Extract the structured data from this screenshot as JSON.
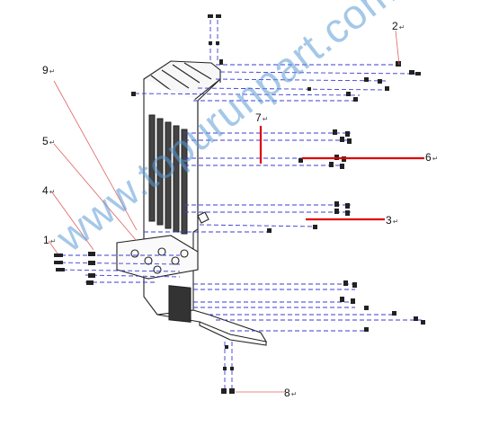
{
  "callouts": [
    {
      "num": "1",
      "mark": "↵"
    },
    {
      "num": "2",
      "mark": "↵"
    },
    {
      "num": "3",
      "mark": "↵"
    },
    {
      "num": "4",
      "mark": "↵"
    },
    {
      "num": "5",
      "mark": "↵"
    },
    {
      "num": "6",
      "mark": "↵"
    },
    {
      "num": "7",
      "mark": "↵"
    },
    {
      "num": "8",
      "mark": "↵"
    },
    {
      "num": "9",
      "mark": "↵"
    }
  ],
  "watermark": "www.topurunpart.com",
  "colors": {
    "outline": "#222222",
    "assembly_dash": "#3b3bd6",
    "leader_thin": "#e06060",
    "leader_thick": "#e00000",
    "watermark": "#5b9bd5"
  }
}
